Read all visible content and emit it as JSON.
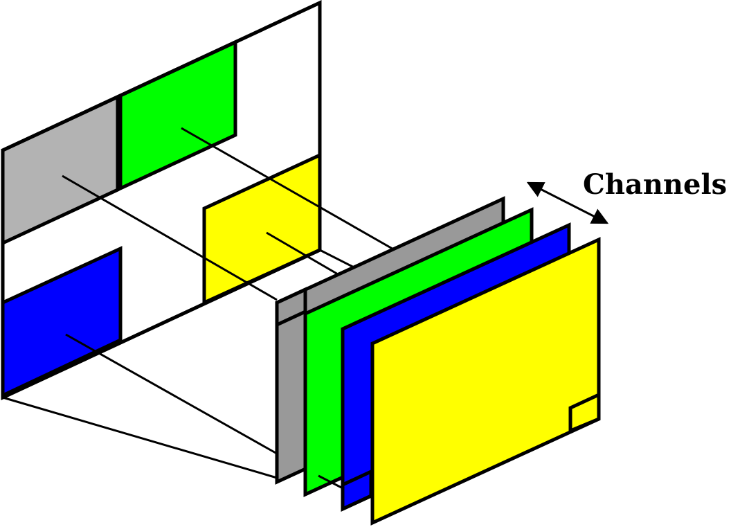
{
  "diagram": {
    "channels_label": "Channels",
    "source_quadrants": [
      {
        "name": "gray",
        "color": "#b3b3b3"
      },
      {
        "name": "green",
        "color": "#00ff00"
      },
      {
        "name": "blue",
        "color": "#0000ff"
      },
      {
        "name": "yellow",
        "color": "#ffff00"
      }
    ],
    "channel_planes": [
      {
        "name": "gray",
        "color": "#999999"
      },
      {
        "name": "green",
        "color": "#00ff00"
      },
      {
        "name": "blue",
        "color": "#0000ff"
      },
      {
        "name": "yellow",
        "color": "#ffff00"
      }
    ]
  }
}
